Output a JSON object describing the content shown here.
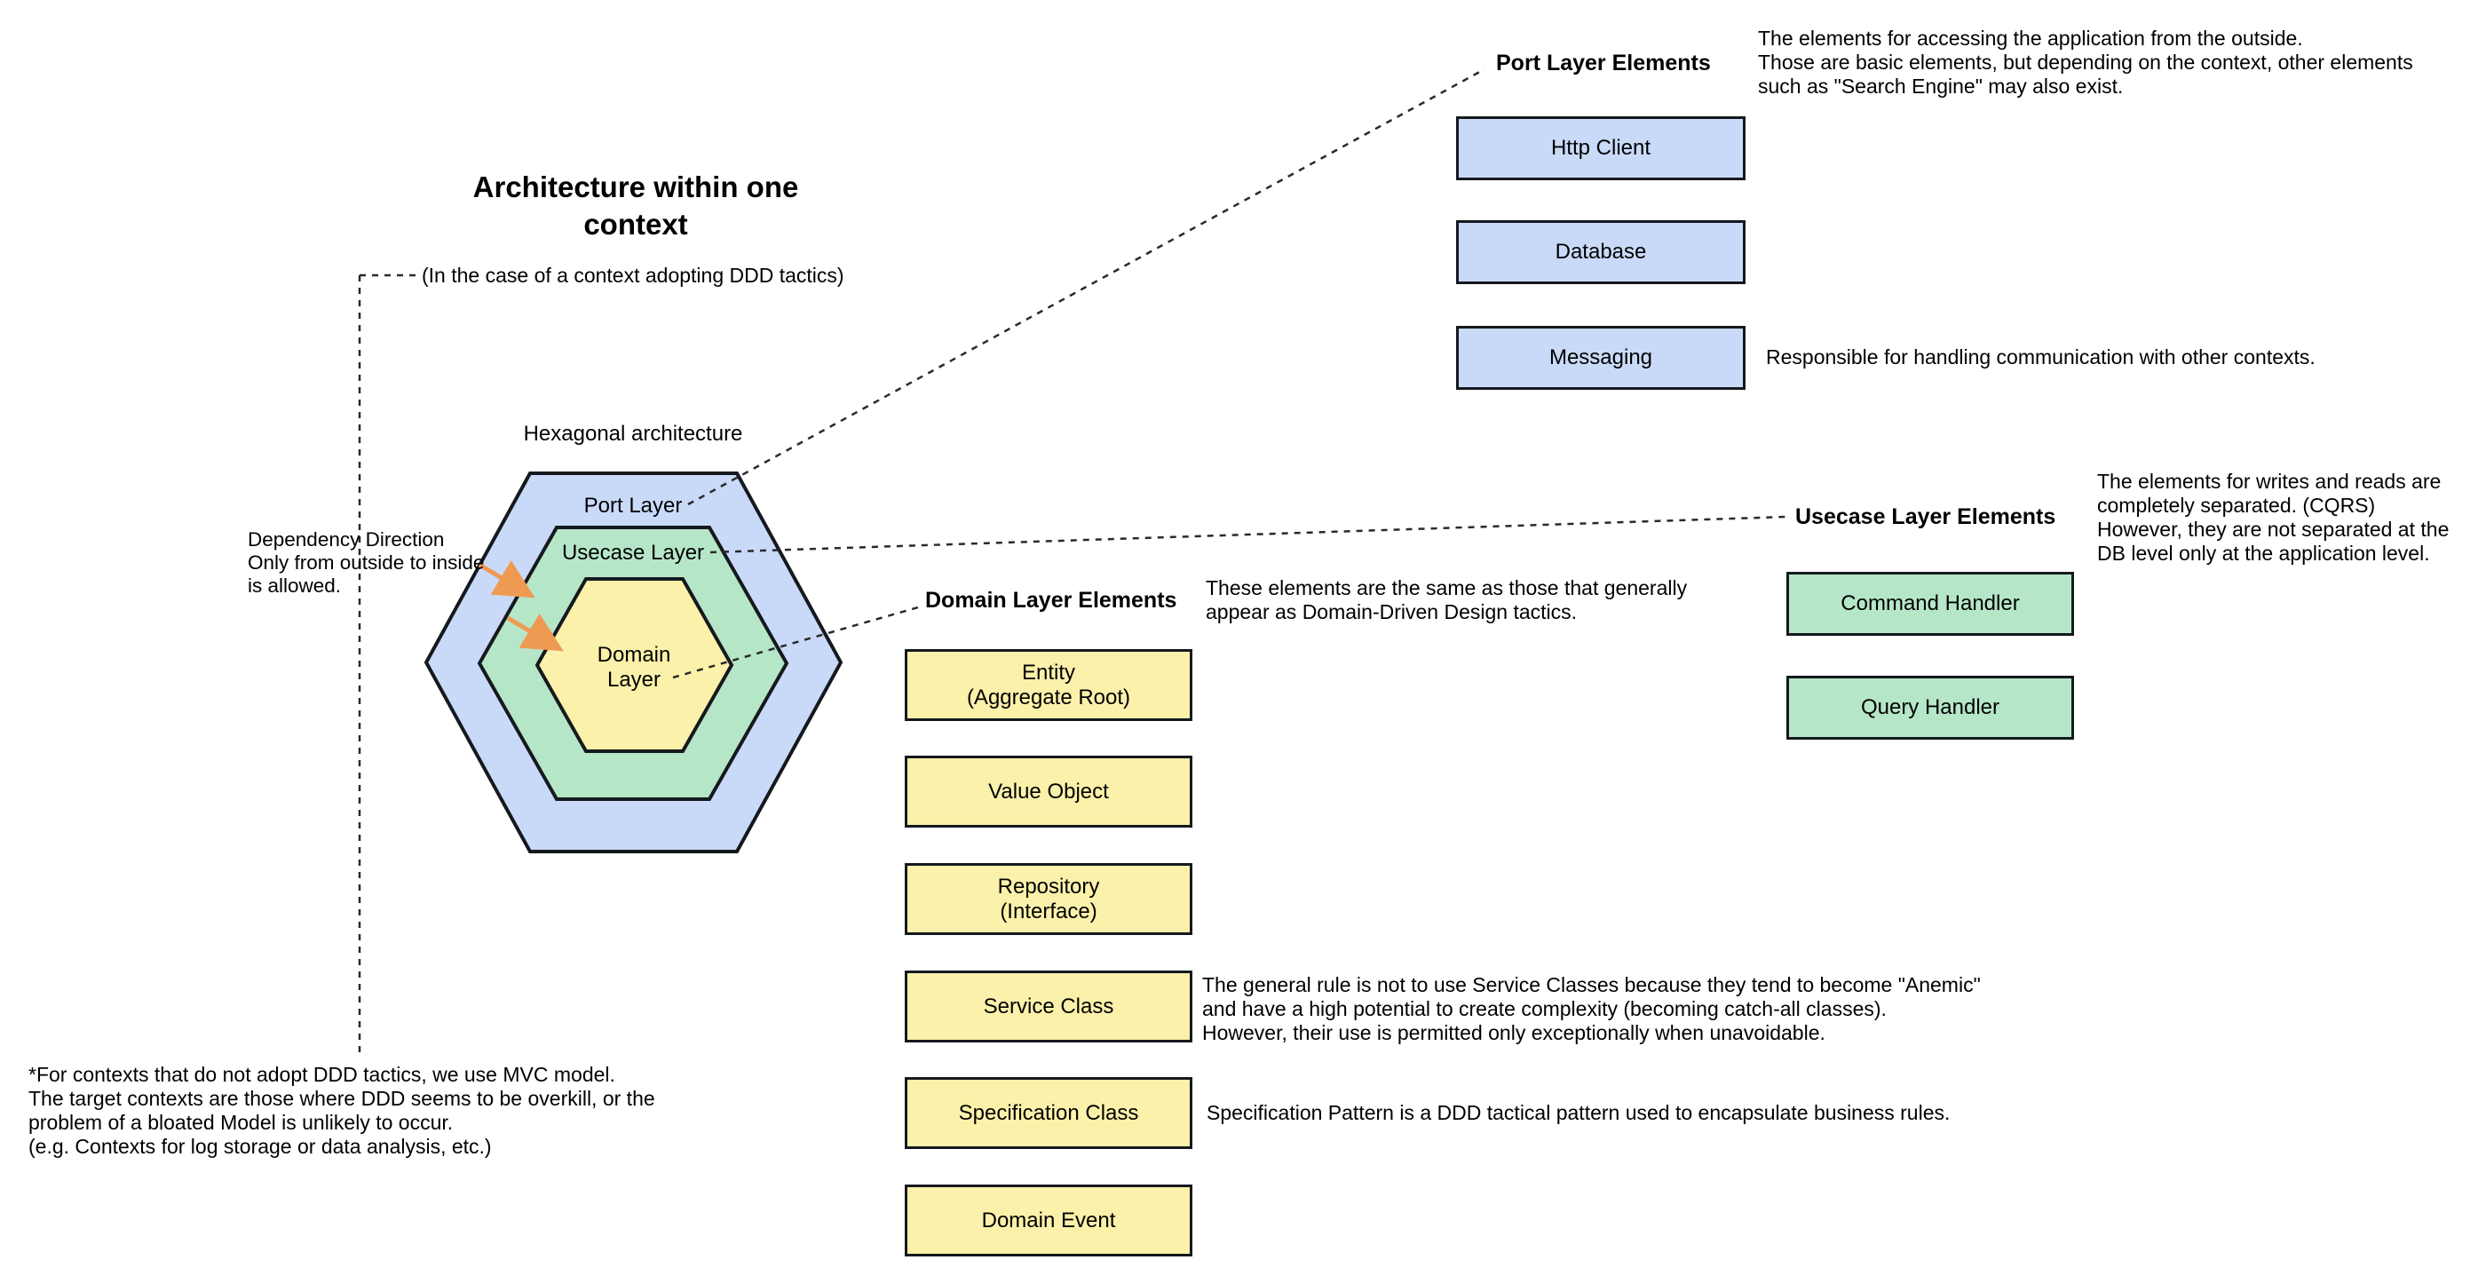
{
  "colors": {
    "port_blue": "#c9daf8",
    "usecase_green": "#b6e6c8",
    "domain_yellow": "#fbf1aa",
    "arrow_orange": "#ef9a53",
    "outline_black": "#15191e"
  },
  "title": {
    "line1": "Architecture within one",
    "line2": "context",
    "subtitle": "(In the case of a context adopting DDD tactics)"
  },
  "hexagon": {
    "caption": "Hexagonal architecture",
    "port_label": "Port Layer",
    "usecase_label": "Usecase Layer",
    "domain_label_line1": "Domain",
    "domain_label_line2": "Layer"
  },
  "dependency": {
    "l1": "Dependency Direction",
    "l2": "Only from outside to inside",
    "l3": "is allowed."
  },
  "port_section": {
    "header": "Port Layer Elements",
    "desc1": "The elements for accessing the application from the outside.",
    "desc2": "Those are basic elements, but depending on the context, other elements",
    "desc3": "such as \"Search Engine\" may also exist.",
    "box1": "Http Client",
    "box2": "Database",
    "box3": "Messaging",
    "messaging_note": "Responsible for handling communication with other contexts."
  },
  "usecase_section": {
    "header": "Usecase Layer Elements",
    "desc1": "The elements for writes and reads are",
    "desc2": "completely separated. (CQRS)",
    "desc3": "However, they are not separated at the",
    "desc4": "DB level only at the application level.",
    "box1": "Command Handler",
    "box2": "Query Handler"
  },
  "domain_section": {
    "header": "Domain Layer Elements",
    "desc1": "These elements are the same as those that generally",
    "desc2": "appear as Domain-Driven Design tactics.",
    "box1a": "Entity",
    "box1b": "(Aggregate Root)",
    "box2": "Value Object",
    "box3a": "Repository",
    "box3b": "(Interface)",
    "box4": "Service Class",
    "box5": "Specification Class",
    "box6": "Domain Event",
    "service_note1": "The general rule is not to use Service Classes because they tend to become \"Anemic\"",
    "service_note2": "and have a high potential to create complexity (becoming catch-all classes).",
    "service_note3": "However, their use is permitted only exceptionally when unavoidable.",
    "spec_note": "Specification Pattern is a DDD tactical pattern used to encapsulate business rules."
  },
  "footnote": {
    "l1": "*For contexts that do not adopt DDD tactics, we use MVC model.",
    "l2": "The target contexts are those where DDD seems to be overkill, or the",
    "l3": "problem of a bloated Model is unlikely to occur.",
    "l4": "(e.g. Contexts for log storage or data analysis, etc.)"
  }
}
